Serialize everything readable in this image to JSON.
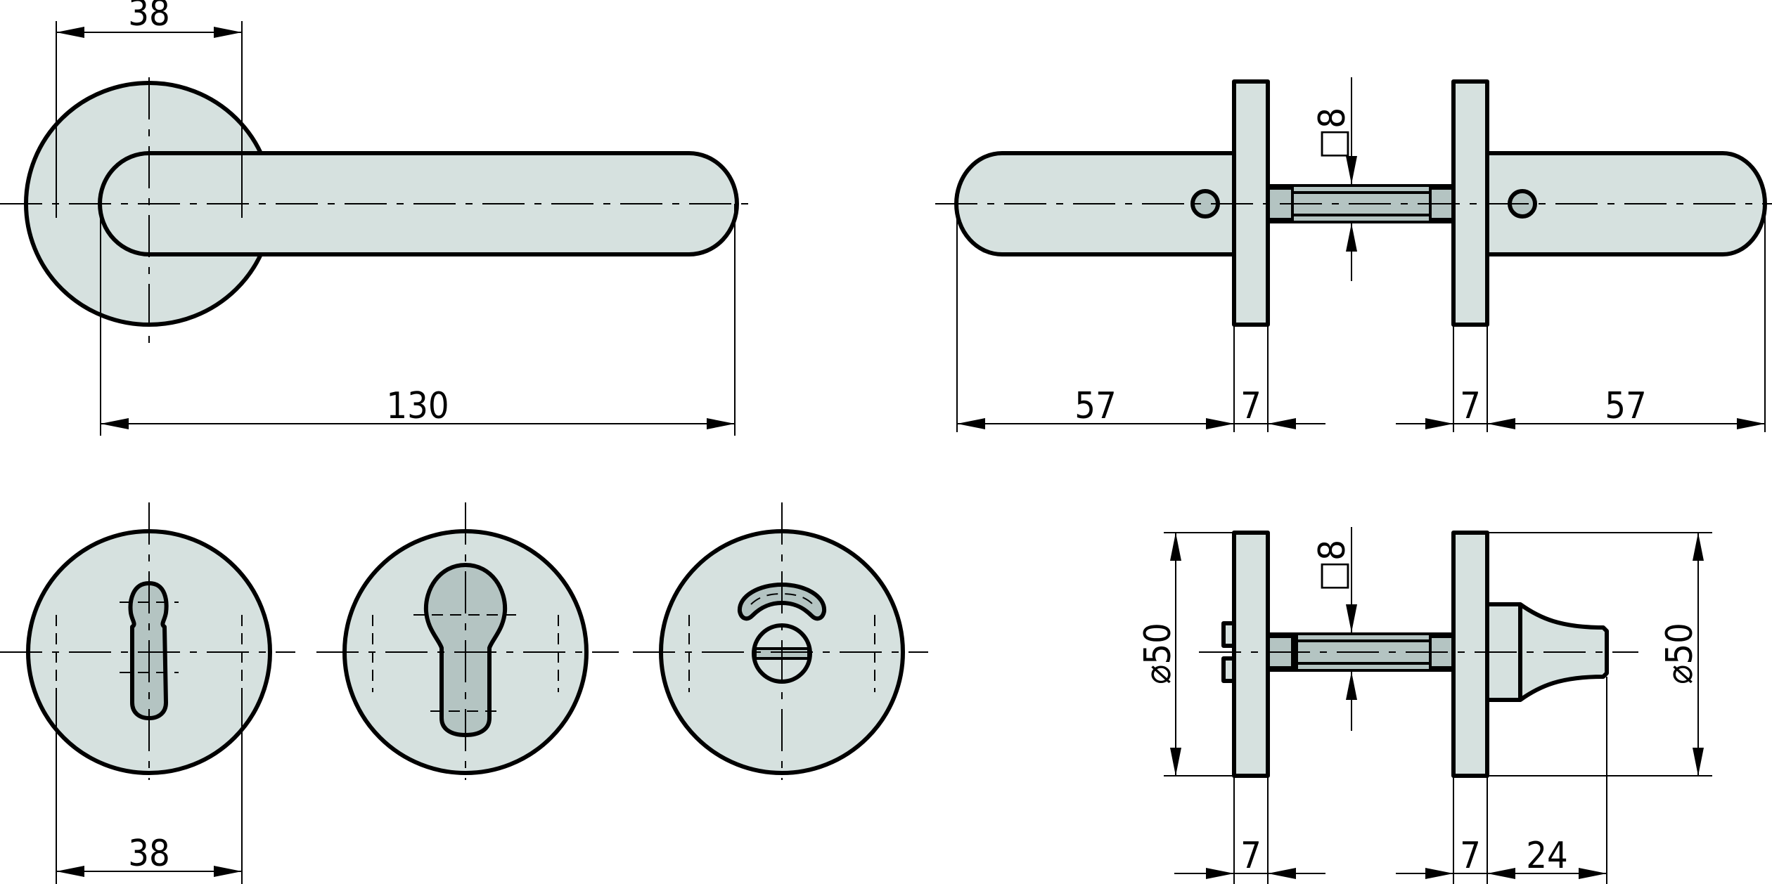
{
  "drawing": {
    "subject": "Door handle set technical drawing",
    "colors": {
      "part_fill": "#d6e1df",
      "cutout_fill": "#b4c4c2",
      "line": "#000000",
      "background": "#ffffff"
    },
    "views": {
      "lever_front": {
        "dim_rosette_width": "38",
        "dim_lever_length": "130"
      },
      "lever_side": {
        "dim_left_lever": "57",
        "dim_left_rose": "7",
        "dim_spindle": "□8",
        "dim_right_rose": "7",
        "dim_right_lever": "57"
      },
      "escutcheons": {
        "items": [
          {
            "name": "keyhole-escutcheon",
            "type": "key (bit key)"
          },
          {
            "name": "profile-cylinder-escutcheon",
            "type": "profile cylinder"
          },
          {
            "name": "wc-escutcheon",
            "type": "bathroom turn/release"
          }
        ],
        "dim_width": "38"
      },
      "wc_side": {
        "dim_left_diameter": "⌀50",
        "dim_spindle": "□8",
        "dim_right_diameter": "⌀50",
        "dim_left_rose": "7",
        "dim_right_rose": "7",
        "dim_turn_knob": "24"
      }
    }
  }
}
